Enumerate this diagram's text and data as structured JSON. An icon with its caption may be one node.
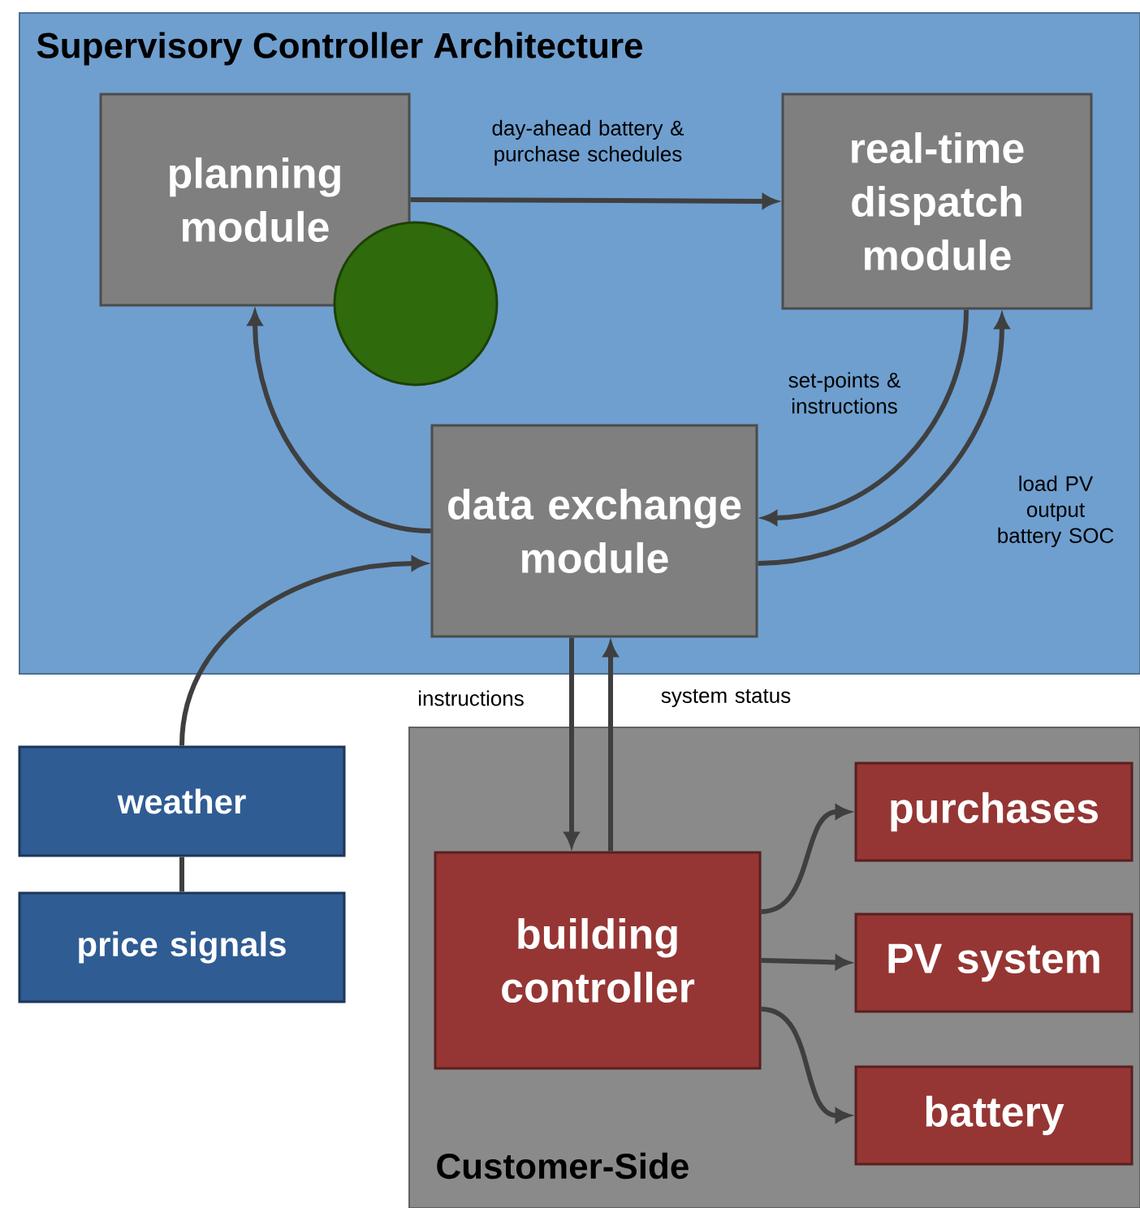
{
  "diagram": {
    "nodes": [
      {
        "text": [
          "Supervisory Controller Architecture"
        ]
      },
      {
        "text": [
          "planning module"
        ],
        "in": 0
      },
      {
        "text": [],
        "shape": "circle",
        "in": 0
      },
      {
        "text": [
          "real-time dispatch module"
        ],
        "in": 0
      },
      {
        "text": [
          "data exchange module"
        ],
        "in": 0
      },
      {
        "text": [
          "Customer-Side"
        ]
      },
      {
        "text": [
          "weather"
        ]
      },
      {
        "text": [
          "price signals"
        ]
      },
      {
        "text": [
          "building controller"
        ],
        "in": 5
      },
      {
        "text": [
          "purchases"
        ],
        "in": 5
      },
      {
        "text": [
          "PV system"
        ],
        "in": 5
      },
      {
        "text": [
          "battery"
        ],
        "in": 5
      }
    ],
    "edges": [
      {
        "from": 1,
        "to": 3,
        "arrow": "to",
        "label": "day-ahead battery & purchase schedules"
      },
      {
        "from": 4,
        "to": 1,
        "arrow": "to"
      },
      {
        "from": 3,
        "to": 4,
        "arrow": "to",
        "label": "set-points & instructions"
      },
      {
        "from": 4,
        "to": 3,
        "arrow": "to",
        "label": "load PV output battery SOC"
      },
      {
        "from": 7,
        "to": 6,
        "arrow": "none"
      },
      {
        "from": 6,
        "to": 4,
        "arrow": "to"
      },
      {
        "from": 4,
        "to": 8,
        "arrow": "to",
        "label": "instructions"
      },
      {
        "from": 8,
        "to": 4,
        "arrow": "to",
        "label": "system status"
      },
      {
        "from": 8,
        "to": 9,
        "arrow": "to"
      },
      {
        "from": 8,
        "to": 10,
        "arrow": "to"
      },
      {
        "from": 8,
        "to": 11,
        "arrow": "to"
      }
    ]
  }
}
